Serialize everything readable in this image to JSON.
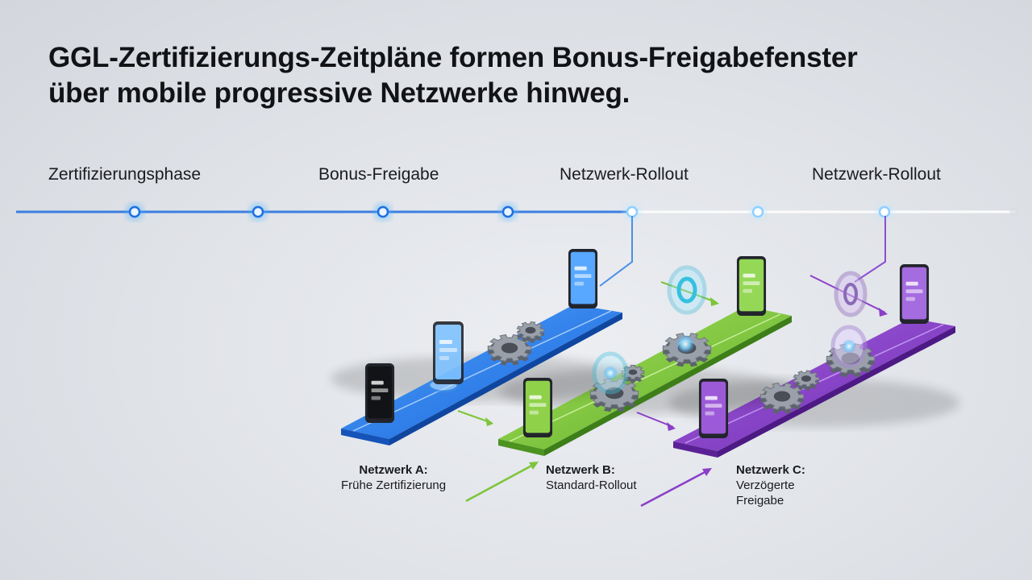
{
  "title": {
    "line1": "GGL-Zertifizierungs-Zeitpläne formen Bonus-Freigabefenster",
    "line2": "über mobile progressive Netzwerke hinweg."
  },
  "timeline": {
    "phases": [
      {
        "label": "Zertifizierungsphase"
      },
      {
        "label": "Bonus-Freigabe"
      },
      {
        "label": "Netzwerk-Rollout"
      },
      {
        "label": "Netzwerk-Rollout"
      }
    ]
  },
  "networks": [
    {
      "name": "Netzwerk A:",
      "desc_line1": "Frühe Zertifizierung",
      "desc_line2": "",
      "color": "#2b7fe6"
    },
    {
      "name": "Netzwerk B:",
      "desc_line1": "Standard-Rollout",
      "desc_line2": "",
      "color": "#7cc53a"
    },
    {
      "name": "Netzwerk C:",
      "desc_line1": "Verzögerte",
      "desc_line2": "Freigabe",
      "color": "#8a3fc8"
    }
  ],
  "colors": {
    "timeline_active": "#1f6fe0",
    "timeline_inactive": "#ffffff",
    "node_glow": "#4fb3ff"
  },
  "icons": [
    "smartphone-icon",
    "gear-icon",
    "ring-icon",
    "arrow-icon"
  ]
}
